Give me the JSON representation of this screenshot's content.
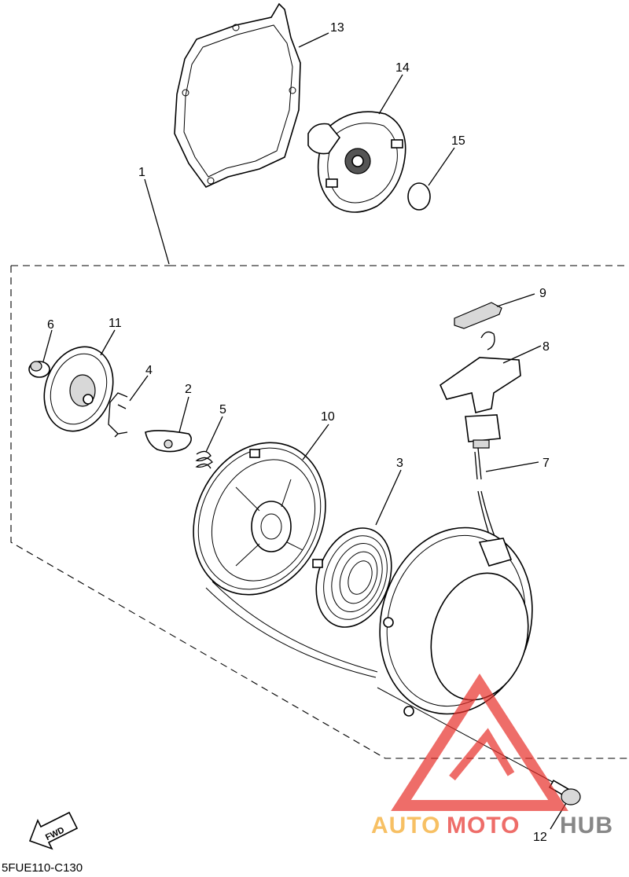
{
  "callouts": [
    {
      "id": "1",
      "label": "1"
    },
    {
      "id": "2",
      "label": "2"
    },
    {
      "id": "3",
      "label": "3"
    },
    {
      "id": "4",
      "label": "4"
    },
    {
      "id": "5",
      "label": "5"
    },
    {
      "id": "6",
      "label": "6"
    },
    {
      "id": "7",
      "label": "7"
    },
    {
      "id": "8",
      "label": "8"
    },
    {
      "id": "9",
      "label": "9"
    },
    {
      "id": "10",
      "label": "10"
    },
    {
      "id": "11",
      "label": "11"
    },
    {
      "id": "12",
      "label": "12"
    },
    {
      "id": "13",
      "label": "13"
    },
    {
      "id": "14",
      "label": "14"
    },
    {
      "id": "15",
      "label": "15"
    }
  ],
  "fwd_arrow": {
    "label": "FWD"
  },
  "drawing_code": "5FUE110-C130",
  "watermark": {
    "text_part1": "AUTO",
    "text_part2": "MOTO",
    "text_part3": "HUB",
    "color_orange": "#f5a623",
    "color_red": "#e8302a",
    "color_grey": "#555555"
  }
}
